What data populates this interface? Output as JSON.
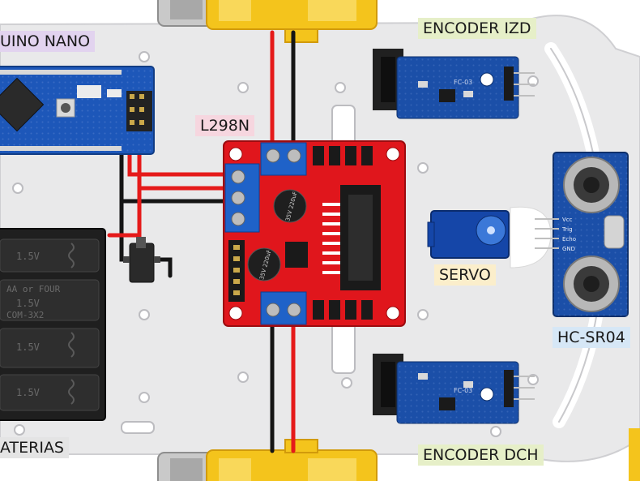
{
  "labels": {
    "arduino_nano": "UINO NANO",
    "driver": "L298N",
    "encoder_left": "ENCODER IZD",
    "servo": "SERVO",
    "ultrasonic": "HC-SR04",
    "batteries": "ATERIAS",
    "encoder_right": "ENCODER DCH"
  },
  "chips": {
    "driver_capacitor_top": "35V 220uF",
    "driver_capacitor_bottom": "35V 220uF",
    "encoder_module_left": "FC-03",
    "encoder_module_right": "FC-03",
    "battery_cell": "1.5V",
    "battery_text": "AA or FOUR",
    "battery_model": "COM-3X2",
    "hc_pin_vcc": "Vcc",
    "hc_pin_trig": "Trig",
    "hc_pin_echo": "Echo",
    "hc_pin_gnd": "GND"
  },
  "colors": {
    "chassis": "#e9e9ea",
    "driver_board": "#e0161c",
    "module_blue": "#1b4fa8",
    "wire_red": "#e51a1a",
    "wire_black": "#151515",
    "motor_yellow": "#f4c41c"
  }
}
